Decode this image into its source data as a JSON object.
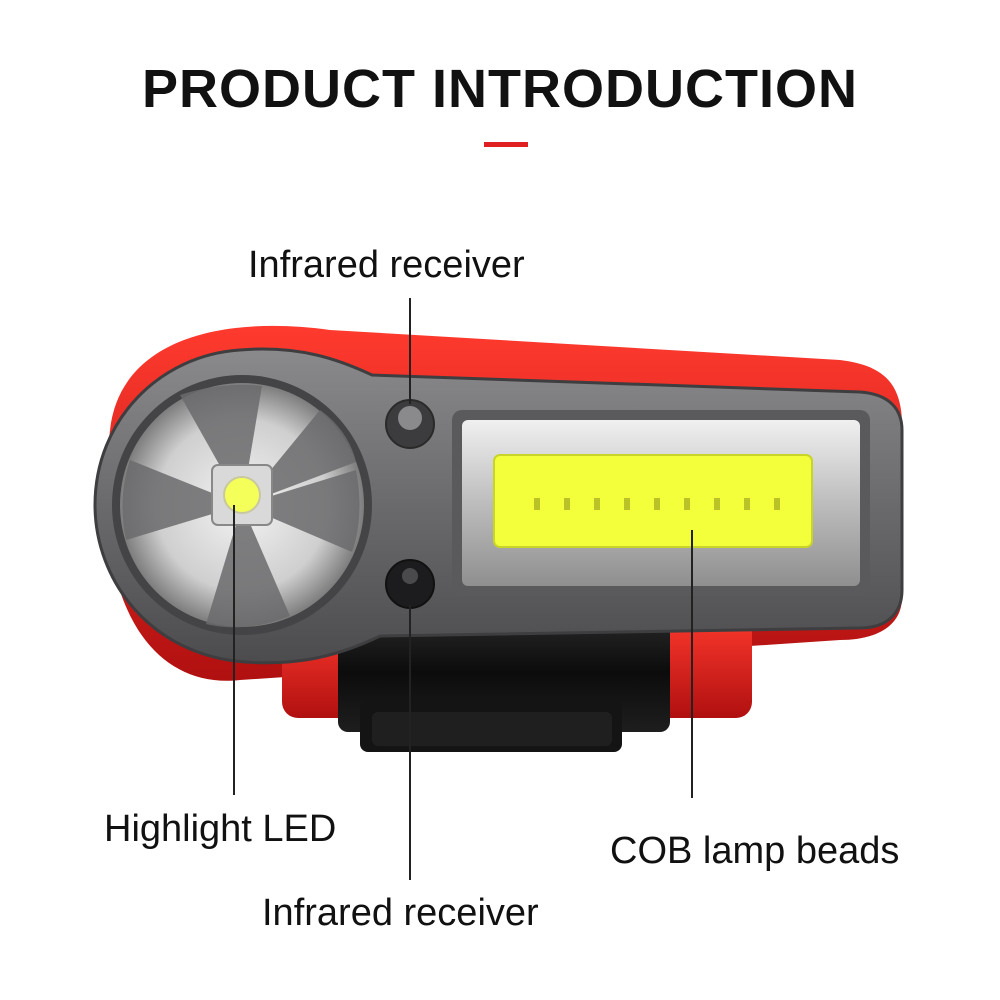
{
  "page": {
    "title": "PRODUCT INTRODUCTION",
    "accent_color": "#e02020"
  },
  "callouts": {
    "infrared_receiver_top": "Infrared receiver",
    "highlight_led": "Highlight LED",
    "cob_lamp_beads": "COB lamp beads",
    "infrared_receiver_bottom": "Infrared receiver"
  },
  "product": {
    "body_color": "#6e6e70",
    "shell_color": "#d82020",
    "cob_color": "#f2ff3a"
  }
}
